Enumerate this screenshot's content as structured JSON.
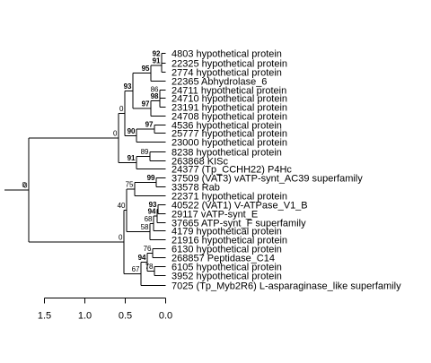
{
  "leaves": [
    "4803 hypothetical protein",
    "22325 hypothetical protein",
    "2774 hypothetical protein",
    "22365 Abhydrolase_6",
    "24711 hypothetical protein",
    "24710 hypothetical protein",
    "23191 hypothetical protein",
    "24708 hypothetical protein",
    "4536 hypothetical protein",
    "25777 hypothetical protein",
    "23000 hypothetical protein",
    "8238 hypothetical protein",
    "263868 KISc",
    "24377 (Tp_CCHH22) P4Hc",
    "37509 (VAT3) vATP-synt_AC39 superfamily",
    "33578 Rab",
    "22371 hypothetical protein",
    "40522 (VAT1) V-ATPase_V1_B",
    "29117 vATP-synt_E",
    "37665 ATP-synt_F superfamily",
    "4179 hypothetical protein",
    "21916 hypothetical protein",
    "6130 hypothetical protein",
    "268857 Peptidase_C14",
    "6105 hypothetical protein",
    "3952 hypothetical protein",
    "7025 (Tp_Myb2R6) L-asparaginase_like superfamily"
  ],
  "supports": [
    {
      "label": "92",
      "bold": true
    },
    {
      "label": "91",
      "bold": true
    },
    {
      "label": "95",
      "bold": true
    },
    {
      "label": "93",
      "bold": true
    },
    {
      "label": "86",
      "bold": false
    },
    {
      "label": "98",
      "bold": true
    },
    {
      "label": "97",
      "bold": true
    },
    {
      "label": "0",
      "bold": false
    },
    {
      "label": "97",
      "bold": true
    },
    {
      "label": "90",
      "bold": true
    },
    {
      "label": "0",
      "bold": false
    },
    {
      "label": "89",
      "bold": false
    },
    {
      "label": "91",
      "bold": true
    },
    {
      "label": "0",
      "bold": false
    },
    {
      "label": "99",
      "bold": true
    },
    {
      "label": "75",
      "bold": false
    },
    {
      "label": "93",
      "bold": true
    },
    {
      "label": "94",
      "bold": true
    },
    {
      "label": "68",
      "bold": false
    },
    {
      "label": "58",
      "bold": false
    },
    {
      "label": "40",
      "bold": false
    },
    {
      "label": "76",
      "bold": false
    },
    {
      "label": "94",
      "bold": true
    },
    {
      "label": "78",
      "bold": false
    },
    {
      "label": "67",
      "bold": false
    },
    {
      "label": "0",
      "bold": false
    }
  ],
  "scale": {
    "ticks": [
      "1.5",
      "1.0",
      "0.5",
      "0.0"
    ],
    "values": [
      1.5,
      1.0,
      0.5,
      0.0
    ]
  }
}
